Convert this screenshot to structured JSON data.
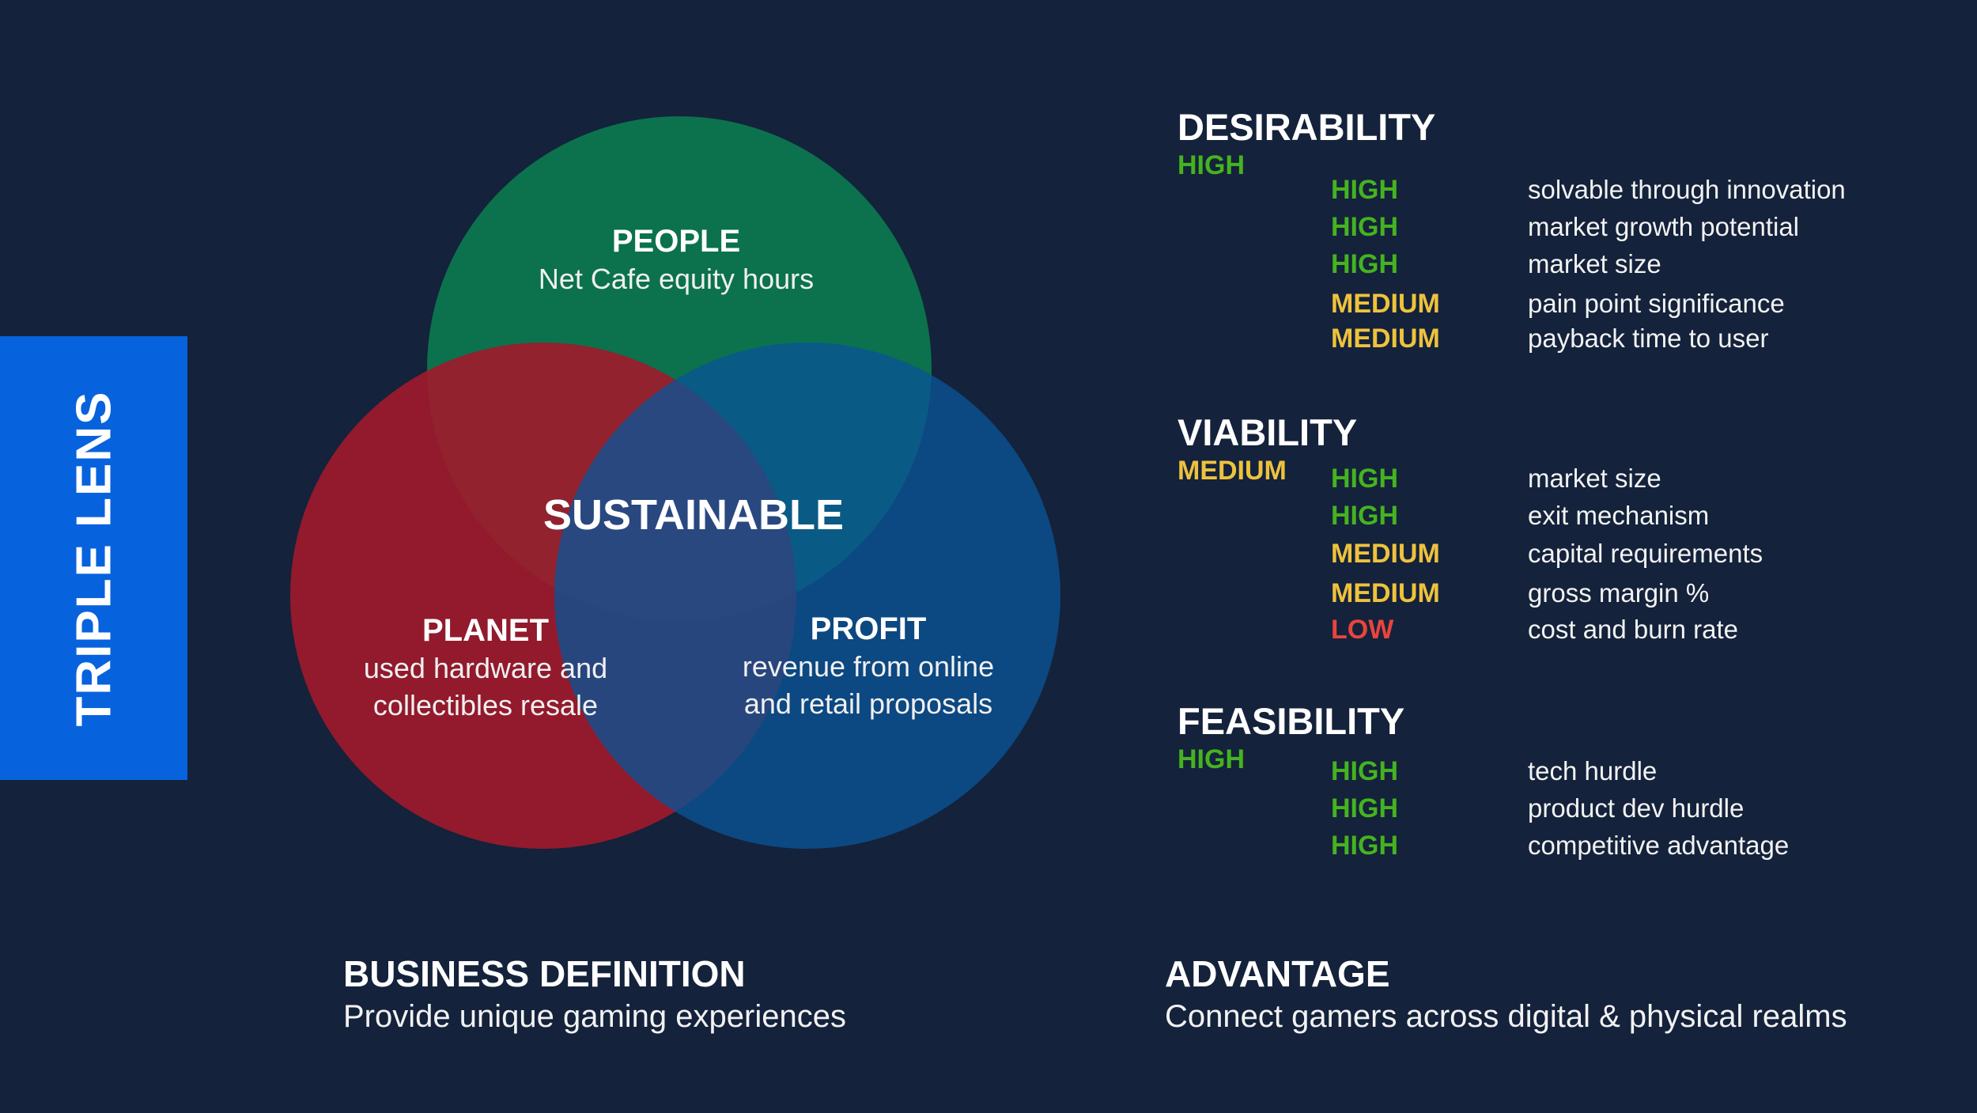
{
  "side_tab": {
    "label": "TRIPLE LENS"
  },
  "colors": {
    "background": "#14223b",
    "tab": "#0763dd",
    "people": "#0b774e",
    "planet": "#a01a2b",
    "profit": "#094b82",
    "high": "#45b31f",
    "medium": "#eec23c",
    "low": "#e9443d"
  },
  "venn": {
    "center": "SUSTAINABLE",
    "people": {
      "title": "PEOPLE",
      "lines": [
        "Net Cafe equity hours"
      ]
    },
    "planet": {
      "title": "PLANET",
      "lines": [
        "used hardware and",
        "collectibles resale"
      ]
    },
    "profit": {
      "title": "PROFIT",
      "lines": [
        "revenue from online",
        "and retail proposals"
      ]
    }
  },
  "categories": [
    {
      "title": "DESIRABILITY",
      "overall": "HIGH",
      "items": [
        {
          "level": "HIGH",
          "desc": "solvable through innovation"
        },
        {
          "level": "HIGH",
          "desc": "market growth potential"
        },
        {
          "level": "HIGH",
          "desc": "market size"
        },
        {
          "level": "MEDIUM",
          "desc": "pain point significance"
        },
        {
          "level": "MEDIUM",
          "desc": "payback time to user"
        }
      ]
    },
    {
      "title": "VIABILITY",
      "overall": "MEDIUM",
      "items": [
        {
          "level": "HIGH",
          "desc": "market size"
        },
        {
          "level": "HIGH",
          "desc": "exit mechanism"
        },
        {
          "level": "MEDIUM",
          "desc": "capital requirements"
        },
        {
          "level": "MEDIUM",
          "desc": "gross margin %"
        },
        {
          "level": "LOW",
          "desc": "cost and burn rate"
        }
      ]
    },
    {
      "title": "FEASIBILITY",
      "overall": "HIGH",
      "items": [
        {
          "level": "HIGH",
          "desc": "tech hurdle"
        },
        {
          "level": "HIGH",
          "desc": "product dev hurdle"
        },
        {
          "level": "HIGH",
          "desc": "competitive advantage"
        }
      ]
    }
  ],
  "business_definition": {
    "title": "BUSINESS DEFINITION",
    "text": "Provide unique gaming experiences"
  },
  "advantage": {
    "title": "ADVANTAGE",
    "text": "Connect gamers across digital & physical realms"
  }
}
